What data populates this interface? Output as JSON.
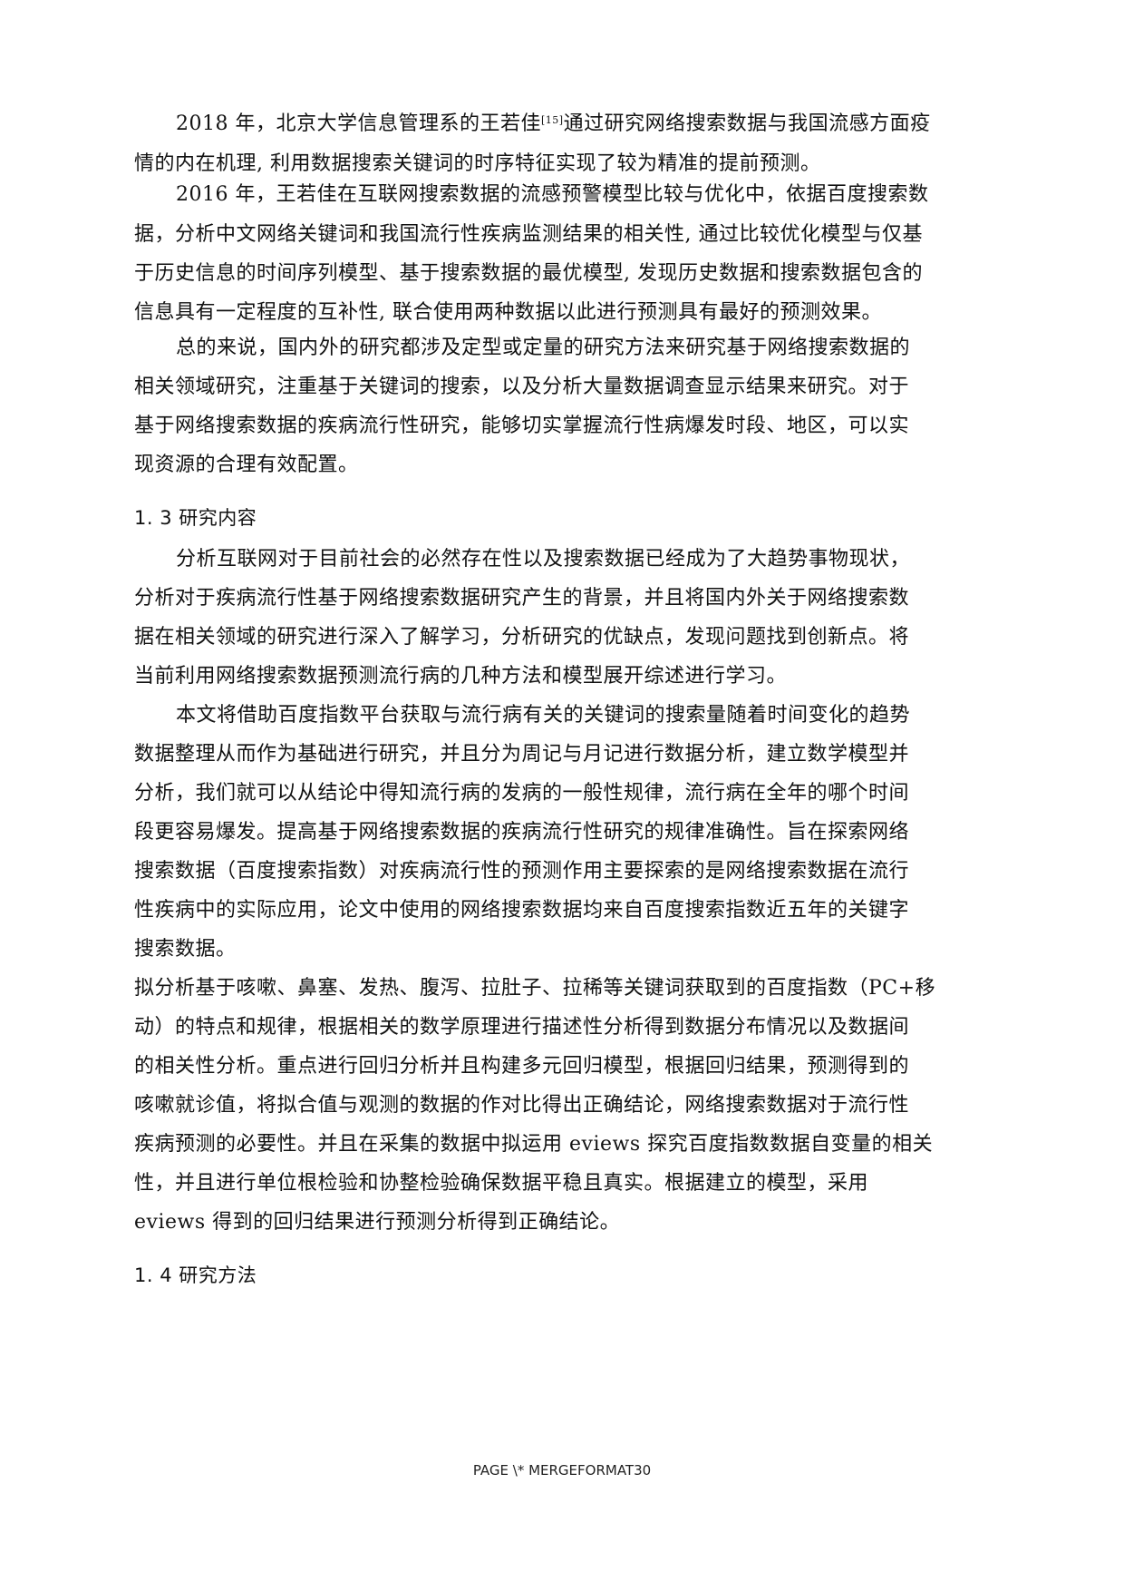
{
  "paragraphs": [
    {
      "id": "p1",
      "lines": [
        {
          "pre": "2018 年，北京大学信息管理系的王若佳",
          "sup": "[15]",
          "post": "通过研究网络搜索数据与我国流感方面疫"
        },
        {
          "text": "情的内在机理, 利用数据搜索关键词的时序特征实现了较为精准的提前预测。"
        }
      ]
    },
    {
      "id": "p2",
      "lines": [
        {
          "text": "2016 年，王若佳在互联网搜索数据的流感预警模型比较与优化中，依据百度搜索数"
        },
        {
          "text": "据，分析中文网络关键词和我国流行性疾病监测结果的相关性, 通过比较优化模型与仅基"
        },
        {
          "text": "于历史信息的时间序列模型、基于搜索数据的最优模型, 发现历史数据和搜索数据包含的"
        },
        {
          "text": "信息具有一定程度的互补性, 联合使用两种数据以此进行预测具有最好的预测效果。"
        }
      ]
    },
    {
      "id": "p3",
      "lines": [
        {
          "text": "总的来说，国内外的研究都涉及定型或定量的研究方法来研究基于网络搜索数据的"
        },
        {
          "text": "相关领域研究，注重基于关键词的搜索，以及分析大量数据调查显示结果来研究。对于"
        },
        {
          "text": "基于网络搜索数据的疾病流行性研究，能够切实掌握流行性病爆发时段、地区，可以实"
        },
        {
          "text": "现资源的合理有效配置。"
        }
      ]
    },
    {
      "id": "h13",
      "heading": "1. 3 研究内容"
    },
    {
      "id": "p4",
      "lines": [
        {
          "text": "分析互联网对于目前社会的必然存在性以及搜索数据已经成为了大趋势事物现状，"
        },
        {
          "text": "分析对于疾病流行性基于网络搜索数据研究产生的背景，并且将国内外关于网络搜索数"
        },
        {
          "text": "据在相关领域的研究进行深入了解学习，分析研究的优缺点，发现问题找到创新点。将"
        },
        {
          "text": "当前利用网络搜索数据预测流行病的几种方法和模型展开综述进行学习。"
        }
      ]
    },
    {
      "id": "p5",
      "lines": [
        {
          "text": "本文将借助百度指数平台获取与流行病有关的关键词的搜索量随着时间变化的趋势"
        },
        {
          "text": "数据整理从而作为基础进行研究，并且分为周记与月记进行数据分析，建立数学模型并"
        },
        {
          "text": "分析，我们就可以从结论中得知流行病的发病的一般性规律，流行病在全年的哪个时间"
        },
        {
          "text": "段更容易爆发。提高基于网络搜索数据的疾病流行性研究的规律准确性。旨在探索网络"
        },
        {
          "text": "搜索数据（百度搜索指数）对疾病流行性的预测作用主要探索的是网络搜索数据在流行"
        },
        {
          "text": "性疾病中的实际应用，论文中使用的网络搜索数据均来自百度搜索指数近五年的关键字"
        },
        {
          "text": "搜索数据。"
        }
      ]
    },
    {
      "id": "p6",
      "lines": [
        {
          "text": "拟分析基于咳嗽、鼻塞、发热、腹泻、拉肚子、拉稀等关键词获取到的百度指数（PC+移"
        },
        {
          "text": "动）的特点和规律，根据相关的数学原理进行描述性分析得到数据分布情况以及数据间"
        },
        {
          "text": "的相关性分析。重点进行回归分析并且构建多元回归模型，根据回归结果，预测得到的"
        },
        {
          "text": "咳嗽就诊值，将拟合值与观测的数据的作对比得出正确结论，网络搜索数据对于流行性"
        },
        {
          "text": "疾病预测的必要性。并且在采集的数据中拟运用 eviews 探究百度指数数据自变量的相关"
        },
        {
          "text": "性，并且进行单位根检验和协整检验确保数据平稳且真实。根据建立的模型，采用"
        },
        {
          "text": "eviews 得到的回归结果进行预测分析得到正确结论。"
        }
      ]
    },
    {
      "id": "h14",
      "heading": "1. 4 研究方法"
    }
  ],
  "footer": {
    "text": "PAGE   \\* MERGEFORMAT30"
  }
}
